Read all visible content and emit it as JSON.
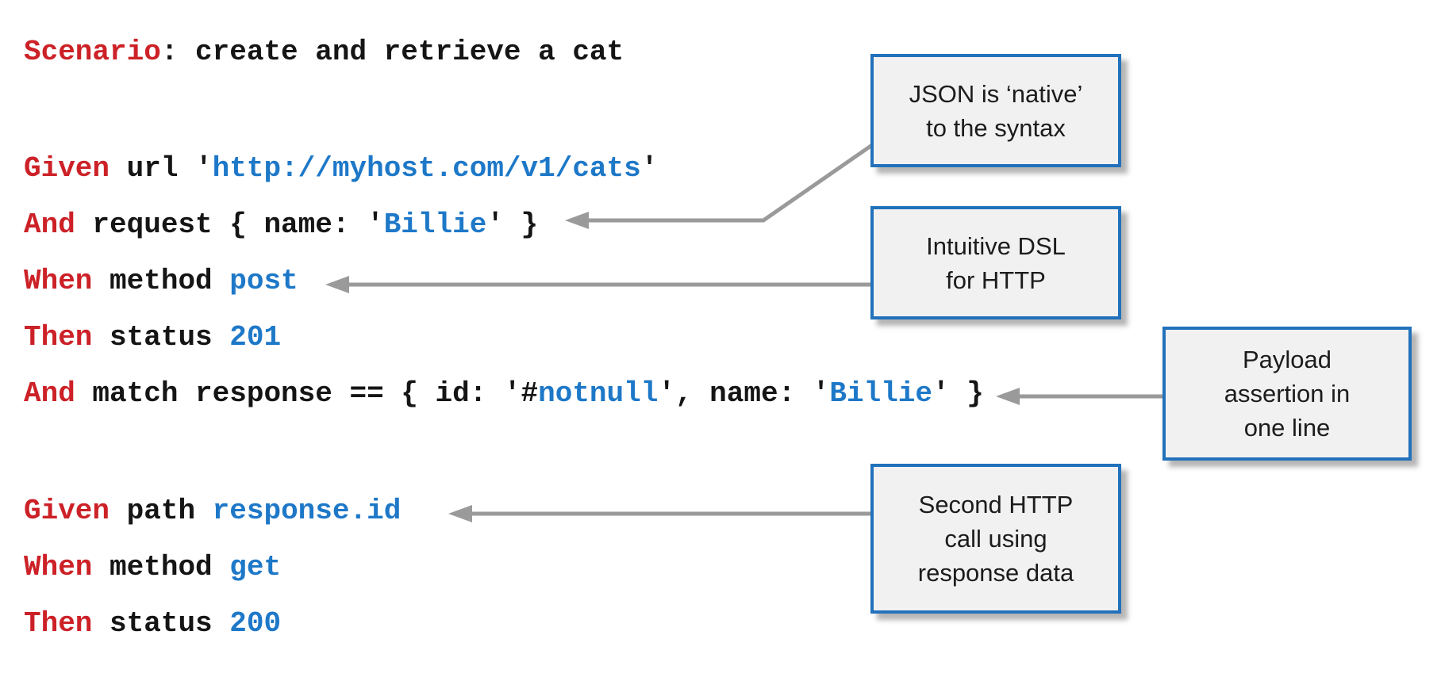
{
  "colors": {
    "background": "#ffffff",
    "keyword": "#cc2127",
    "value": "#1e78c8",
    "plain": "#151515",
    "callout_border": "#2271bb",
    "callout_fill": "#f1f1f1",
    "arrow": "#9a9a9a"
  },
  "code": {
    "lines": [
      {
        "name": "scenario-line",
        "tokens": [
          {
            "text": "Scenario",
            "color": "keyword"
          },
          {
            "text": ": create and retrieve a cat",
            "color": "plain"
          }
        ]
      },
      {
        "name": "given-url-line",
        "tokens": [
          {
            "text": "Given",
            "color": "keyword"
          },
          {
            "text": " url '",
            "color": "plain"
          },
          {
            "text": "http://myhost.com/v1/cats",
            "color": "value"
          },
          {
            "text": "'",
            "color": "plain"
          }
        ]
      },
      {
        "name": "request-line",
        "tokens": [
          {
            "text": "And",
            "color": "keyword"
          },
          {
            "text": " request { name: '",
            "color": "plain"
          },
          {
            "text": "Billie",
            "color": "value"
          },
          {
            "text": "' }",
            "color": "plain"
          }
        ]
      },
      {
        "name": "method-post-line",
        "tokens": [
          {
            "text": "When",
            "color": "keyword"
          },
          {
            "text": " method ",
            "color": "plain"
          },
          {
            "text": "post",
            "color": "value"
          }
        ]
      },
      {
        "name": "status-201-line",
        "tokens": [
          {
            "text": "Then",
            "color": "keyword"
          },
          {
            "text": " status ",
            "color": "plain"
          },
          {
            "text": "201",
            "color": "value"
          }
        ]
      },
      {
        "name": "match-line",
        "tokens": [
          {
            "text": "And",
            "color": "keyword"
          },
          {
            "text": " match response == { id: '#",
            "color": "plain"
          },
          {
            "text": "notnull",
            "color": "value"
          },
          {
            "text": "', name: '",
            "color": "plain"
          },
          {
            "text": "Billie",
            "color": "value"
          },
          {
            "text": "' }",
            "color": "plain"
          }
        ]
      },
      {
        "name": "given-path-line",
        "tokens": [
          {
            "text": "Given",
            "color": "keyword"
          },
          {
            "text": " path ",
            "color": "plain"
          },
          {
            "text": "response.id",
            "color": "value"
          }
        ]
      },
      {
        "name": "method-get-line",
        "tokens": [
          {
            "text": "When",
            "color": "keyword"
          },
          {
            "text": " method ",
            "color": "plain"
          },
          {
            "text": "get",
            "color": "value"
          }
        ]
      },
      {
        "name": "status-200-line",
        "tokens": [
          {
            "text": "Then",
            "color": "keyword"
          },
          {
            "text": " status ",
            "color": "plain"
          },
          {
            "text": "200",
            "color": "value"
          }
        ]
      }
    ]
  },
  "callouts": {
    "json_native": "JSON is ‘native’\nto the syntax",
    "dsl_http": "Intuitive DSL\nfor HTTP",
    "payload_assertion": "Payload\nassertion in\none line",
    "second_call": "Second HTTP\ncall using\nresponse data"
  }
}
